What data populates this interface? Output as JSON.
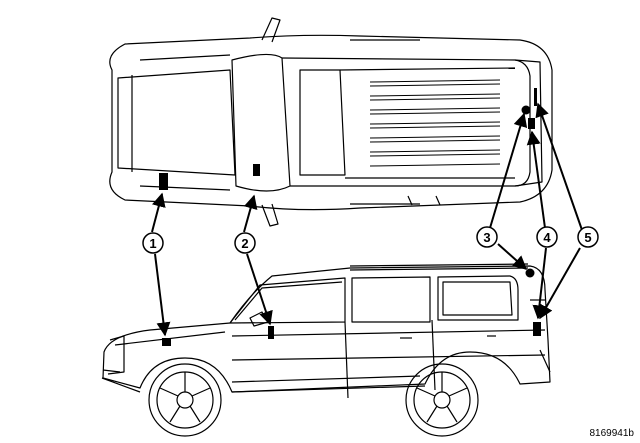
{
  "figure": {
    "reference_code": "8169941b"
  },
  "callouts": [
    {
      "id": 1,
      "label": "1"
    },
    {
      "id": 2,
      "label": "2"
    },
    {
      "id": 3,
      "label": "3"
    },
    {
      "id": 4,
      "label": "4"
    },
    {
      "id": 5,
      "label": "5"
    }
  ]
}
